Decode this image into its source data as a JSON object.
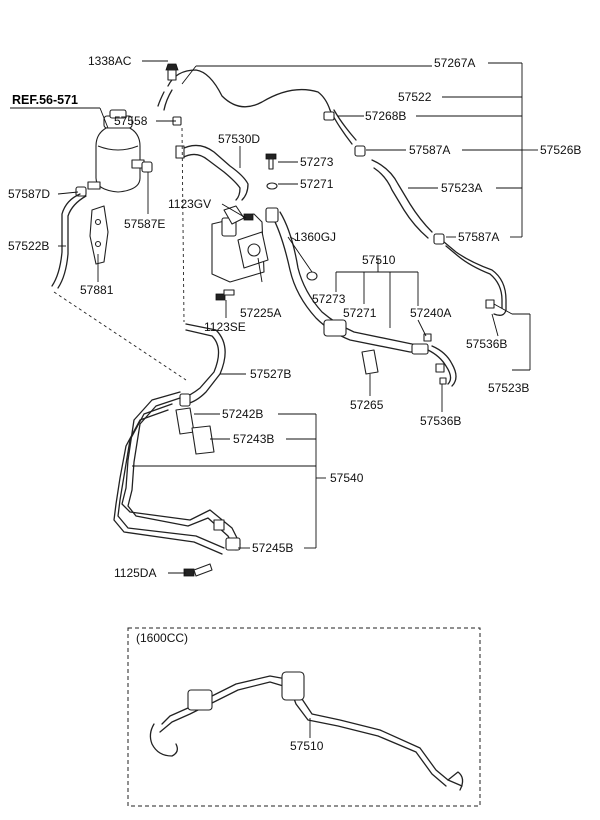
{
  "reference": "REF.56-571",
  "inset_title": "(1600CC)",
  "labels": {
    "p1338AC": "1338AC",
    "p57267A": "57267A",
    "p57522": "57522",
    "p57558": "57558",
    "p57268B": "57268B",
    "p57530D": "57530D",
    "p57587A_top": "57587A",
    "p57526B": "57526B",
    "p57273_top": "57273",
    "p57587D": "57587D",
    "p57271_top": "57271",
    "p57523A": "57523A",
    "p1123GV": "1123GV",
    "p57587E": "57587E",
    "p1360GJ": "1360GJ",
    "p57587A_mid": "57587A",
    "p57522B": "57522B",
    "p57510_main": "57510",
    "p57881": "57881",
    "p57273_mid": "57273",
    "p57271_mid": "57271",
    "p57240A": "57240A",
    "p57225A": "57225A",
    "p1123SE": "1123SE",
    "p57536B_right": "57536B",
    "p57527B": "57527B",
    "p57523B": "57523B",
    "p57265": "57265",
    "p57242B": "57242B",
    "p57536B_low": "57536B",
    "p57243B": "57243B",
    "p57540": "57540",
    "p57245B": "57245B",
    "p1125DA": "1125DA",
    "p57510_inset": "57510"
  }
}
